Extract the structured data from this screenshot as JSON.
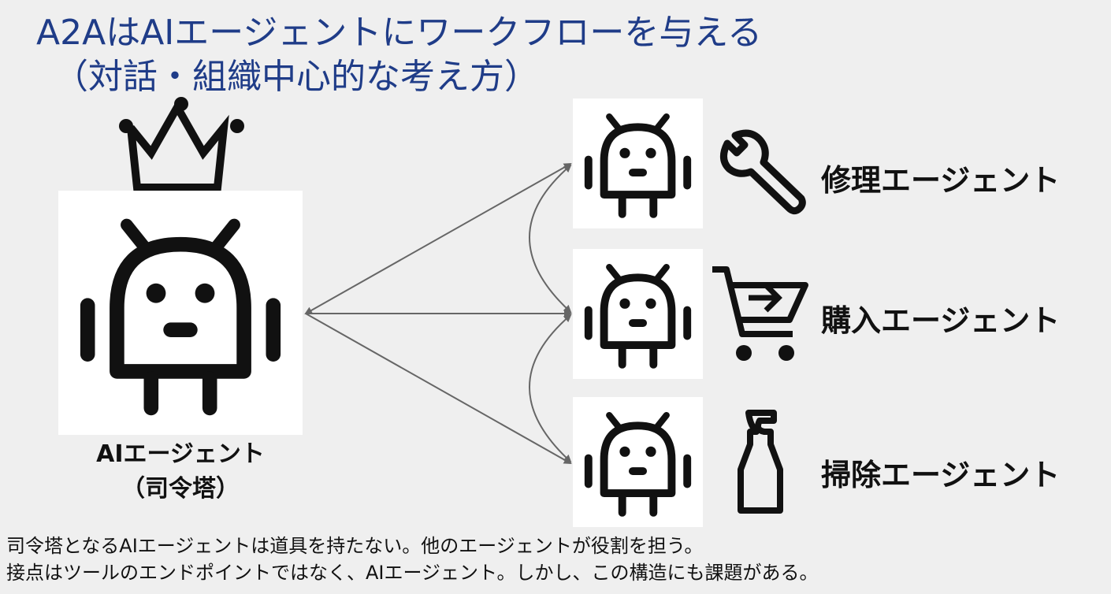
{
  "title": {
    "line1": "A2AはAIエージェントにワークフローを与える",
    "line2": "（対話・組織中心的な考え方）"
  },
  "commander": {
    "name": "AIエージェント",
    "role": "（司令塔）",
    "icon": "robot-icon",
    "badge_icon": "crown-icon"
  },
  "agents": [
    {
      "name": "修理エージェント",
      "tool_icon": "wrench-icon"
    },
    {
      "name": "購入エージェント",
      "tool_icon": "shopping-cart-icon"
    },
    {
      "name": "掃除エージェント",
      "tool_icon": "spray-bottle-icon"
    }
  ],
  "caption": {
    "line1": "司令塔となるAIエージェントは道具を持たない。他のエージェントが役割を担う。",
    "line2": "接点はツールのエンドポイントではなく、AIエージェント。しかし、この構造にも課題がある。"
  },
  "colors": {
    "title": "#1f3c88",
    "background": "#efefef",
    "tile": "#ffffff",
    "icon": "#111111",
    "arrow": "#666666"
  }
}
